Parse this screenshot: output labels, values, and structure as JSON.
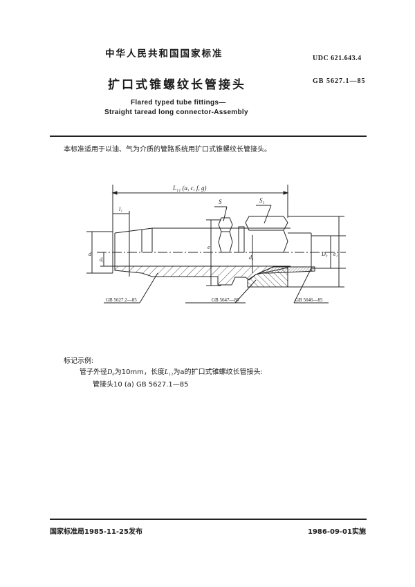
{
  "header": {
    "standard_org": "中华人民共和国国家标准",
    "udc": "UDC 621.643.4",
    "title_cn": "扩口式锥螺纹长管接头",
    "gb_code": "GB 5627.1—85",
    "title_en_line1": "Flared typed tube fittings—",
    "title_en_line2": "Straight taread long connector-Assembly"
  },
  "scope": {
    "text": "本标准适用于以油、气为介质的管路系统用扩口式锥螺纹长管接头。"
  },
  "drawing": {
    "dimension_length": "L₁₁ (a, c, f, g)",
    "label_l1": "l₁",
    "label_s": "S",
    "label_s1": "S₁",
    "label_d": "d",
    "label_d0": "d₀",
    "label_e": "e",
    "label_d1": "d₁",
    "label_D0": "D₀",
    "label_e1": "e₁",
    "callout_left": "GB 5627.2—85",
    "callout_middle": "GB 5647—85",
    "callout_right": "GB 5646—85"
  },
  "marking": {
    "title": "标记示例:",
    "line1_prefix": "管子外径",
    "line1_var1": "D₀",
    "line1_mid": "为10mm，长度",
    "line1_var2": "L₁₁",
    "line1_suffix": "为a的扩口式锥螺纹长管接头:",
    "line2": "管接头10 (a)   GB 5627.1—85"
  },
  "footer": {
    "issued": "国家标准局1985-11-25发布",
    "effective": "1986-09-01实施"
  }
}
